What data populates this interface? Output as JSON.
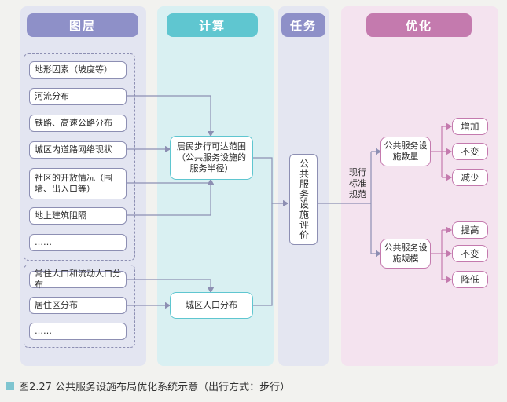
{
  "headers": {
    "layers": "图层",
    "calc": "计算",
    "task": "任务",
    "opt": "优化"
  },
  "layers": {
    "group1": [
      "地形因素（坡度等）",
      "河流分布",
      "铁路、高速公路分布",
      "城区内道路网络现状",
      "社区的开放情况（围墙、出入口等）",
      "地上建筑阻隔",
      "……"
    ],
    "group2": [
      "常住人口和流动人口分布",
      "居住区分布",
      "……"
    ]
  },
  "calc": {
    "range": "居民步行可达范围（公共服务设施的服务半径）",
    "population": "城区人口分布"
  },
  "task": {
    "eval": "公共服务设施评价"
  },
  "standard_label": "现行标准规范",
  "opt": {
    "quantity": "公共服务设施数量",
    "scale": "公共服务设施规模",
    "quantity_leaves": [
      "增加",
      "不变",
      "减少"
    ],
    "scale_leaves": [
      "提高",
      "不变",
      "降低"
    ]
  },
  "caption": "图2.27  公共服务设施布局优化系统示意（出行方式：步行）",
  "colors": {
    "layers": "#8e90c8",
    "calc": "#5fc6d0",
    "opt": "#c47aae"
  }
}
